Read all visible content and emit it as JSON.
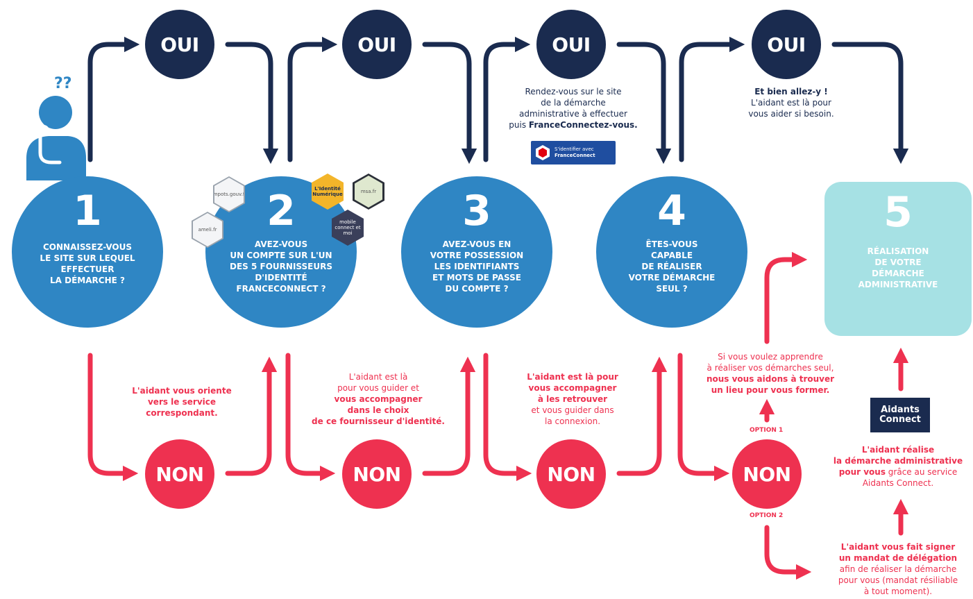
{
  "yes_label": "OUI",
  "no_label": "NON",
  "steps": [
    {
      "num": "1",
      "lines": [
        "CONNAISSEZ-VOUS",
        "LE SITE SUR LEQUEL",
        "EFFECTUER",
        "LA DÉMARCHE ?"
      ]
    },
    {
      "num": "2",
      "lines": [
        "AVEZ-VOUS",
        "UN COMPTE SUR L'UN",
        "DES 5 FOURNISSEURS",
        "D'IDENTITÉ",
        "FRANCECONNECT ?"
      ]
    },
    {
      "num": "3",
      "lines": [
        "AVEZ-VOUS EN",
        "VOTRE POSSESSION",
        "LES IDENTIFIANTS",
        "ET MOTS DE PASSE",
        "DU COMPTE ?"
      ]
    },
    {
      "num": "4",
      "lines": [
        "ÊTES-VOUS",
        "CAPABLE",
        "DE RÉALISER",
        "VOTRE DÉMARCHE",
        "SEUL ?"
      ]
    },
    {
      "num": "5",
      "lines": [
        "RÉALISATION",
        "DE VOTRE",
        "DÉMARCHE",
        "ADMINISTRATIVE"
      ]
    }
  ],
  "providers": {
    "impots": "impots.gouv.fr",
    "ameli": "ameli.fr",
    "identite_numerique": "L'Identité Numérique",
    "msa": "msa.fr",
    "mobile_connect": "mobile connect et moi"
  },
  "qmarks": "??",
  "oui3_text": {
    "l1": "Rendez-vous sur le site",
    "l2": "de la démarche",
    "l3": "administrative à effectuer",
    "l4a": "puis ",
    "l4b": "FranceConnectez-vous."
  },
  "fc_button": {
    "line1": "S'identifier avec",
    "line2": "FranceConnect"
  },
  "oui4_text": {
    "l1": "Et bien allez-y !",
    "l2": "L'aidant est là pour",
    "l3": "vous aider si besoin."
  },
  "non1_text": [
    "L'aidant vous oriente",
    "vers le service",
    "correspondant."
  ],
  "non2_text": {
    "l1": "L'aidant est là",
    "l2": "pour vous guider et",
    "l3": "vous accompagner",
    "l4": "dans le choix",
    "l5": "de ce fournisseur d'identité."
  },
  "non3_text": {
    "l1": "L'aidant est là pour",
    "l2": "vous accompagner",
    "l3": "à les retrouver",
    "l4": "et vous guider dans",
    "l5": "la connexion."
  },
  "option1": "OPTION 1",
  "option2": "OPTION 2",
  "opt1_text": {
    "l1": "Si vous voulez apprendre",
    "l2": "à réaliser vos démarches seul,",
    "l3": "nous vous aidons à trouver",
    "l4": "un lieu pour vous former."
  },
  "aidants_logo": {
    "line1": "Aidants",
    "line2": "Connect"
  },
  "realise_text": {
    "l1": "L'aidant réalise",
    "l2": "la démarche administrative",
    "l3a": "pour vous",
    "l3b": " grâce au service",
    "l4": "Aidants Connect."
  },
  "mandat_text": {
    "l1": "L'aidant vous fait signer",
    "l2": "un mandat de délégation",
    "l3": "afin de réaliser la démarche",
    "l4": "pour vous (mandat résiliable",
    "l5": "à tout moment)."
  },
  "colors": {
    "navy": "#1a2b4f",
    "red": "#ee3150",
    "blue": "#2f86c4",
    "teal": "#a6e1e4"
  }
}
